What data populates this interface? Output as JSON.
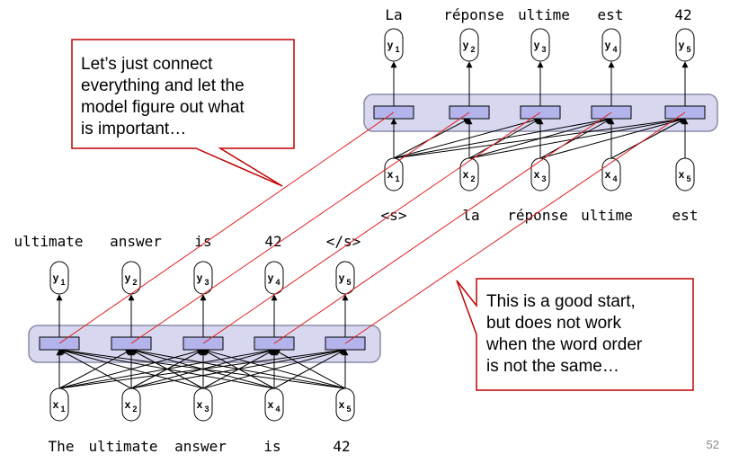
{
  "top_model": {
    "output_words": [
      "La",
      "réponse",
      "ultime",
      "est",
      "42"
    ],
    "input_words": [
      "<s>",
      "la",
      "réponse",
      "ultime",
      "est"
    ],
    "outputs": [
      {
        "var": "y",
        "sub": "1"
      },
      {
        "var": "y",
        "sub": "2"
      },
      {
        "var": "y",
        "sub": "3"
      },
      {
        "var": "y",
        "sub": "4"
      },
      {
        "var": "y",
        "sub": "5"
      }
    ],
    "inputs": [
      {
        "var": "x",
        "sub": "1"
      },
      {
        "var": "x",
        "sub": "2"
      },
      {
        "var": "x",
        "sub": "3"
      },
      {
        "var": "x",
        "sub": "4"
      },
      {
        "var": "x",
        "sub": "5"
      }
    ]
  },
  "bottom_model": {
    "output_words": [
      "ultimate",
      "answer",
      "is",
      "42",
      "</s>"
    ],
    "input_words": [
      "The",
      "ultimate",
      "answer",
      "is",
      "42"
    ],
    "outputs": [
      {
        "var": "y",
        "sub": "1"
      },
      {
        "var": "y",
        "sub": "2"
      },
      {
        "var": "y",
        "sub": "3"
      },
      {
        "var": "y",
        "sub": "4"
      },
      {
        "var": "y",
        "sub": "5"
      }
    ],
    "inputs": [
      {
        "var": "x",
        "sub": "1"
      },
      {
        "var": "x",
        "sub": "2"
      },
      {
        "var": "x",
        "sub": "3"
      },
      {
        "var": "x",
        "sub": "4"
      },
      {
        "var": "x",
        "sub": "5"
      }
    ]
  },
  "callouts": {
    "top": [
      "Let’s just connect",
      "everything and let the",
      "model figure out what",
      "is important…"
    ],
    "bottom": [
      "This is a good start,",
      "but does not work",
      "when the word order",
      "is not the same…"
    ]
  },
  "slide_number": "52",
  "colors": {
    "callout_border": "#c00000",
    "red_line": "#e02020",
    "band_fill": "#d7d8f0",
    "band_stroke": "#8a8aa8",
    "cell_fill": "#b4b4ec"
  }
}
